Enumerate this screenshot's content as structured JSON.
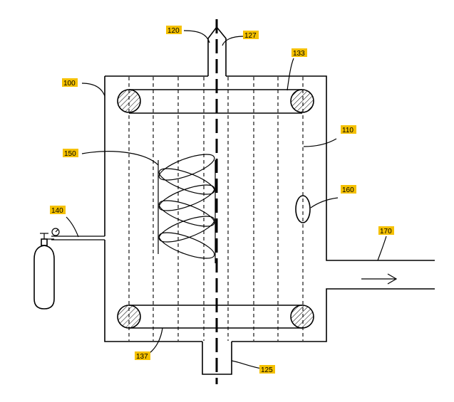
{
  "labels": {
    "l100": "100",
    "l110": "110",
    "l120": "120",
    "l125": "125",
    "l127": "127",
    "l133": "133",
    "l137": "137",
    "l140": "140",
    "l150": "150",
    "l160": "160",
    "l170": "170"
  },
  "colors": {
    "label_highlight": "#f5c100",
    "line": "#000000",
    "background": "#ffffff"
  },
  "icons": {
    "gas_cylinder": "gas-cylinder-icon",
    "flow_arrow": "arrow-right-icon"
  }
}
